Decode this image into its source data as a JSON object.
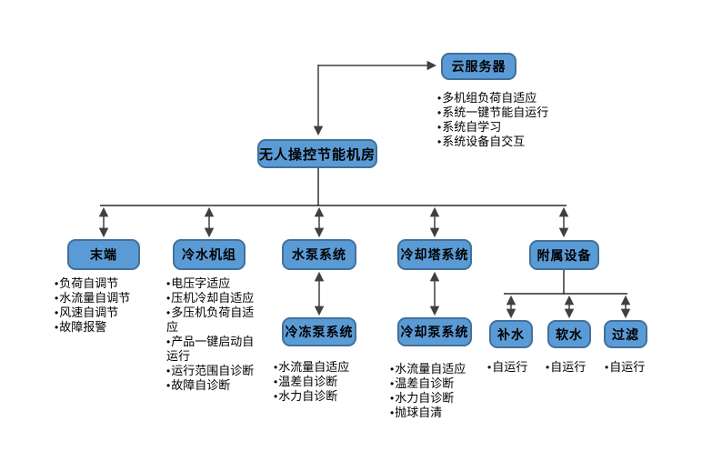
{
  "diagram": {
    "type": "hierarchy-flowchart",
    "root_label": "无人操控节能机房",
    "colors": {
      "node_fill": "#5b9bd5",
      "node_border": "#41719c",
      "connector_line": "#000000",
      "arrow_line": "#404040",
      "text": "#000000",
      "background": "#ffffff"
    }
  },
  "nodes": {
    "cloud_server": {
      "label": "云服务器"
    },
    "main": {
      "label": "无人操控节能机房"
    },
    "terminal": {
      "label": "末端"
    },
    "chiller_unit": {
      "label": "冷水机组"
    },
    "pump_system": {
      "label": "水泵系统"
    },
    "cooling_tower_system": {
      "label": "冷却塔系统"
    },
    "auxiliary_equipment": {
      "label": "附属设备"
    },
    "chilled_pump_system": {
      "label": "冷冻泵系统"
    },
    "cooling_pump_system": {
      "label": "冷却泵系统"
    },
    "makeup_water": {
      "label": "补水"
    },
    "soft_water": {
      "label": "软水"
    },
    "filter": {
      "label": "过滤"
    }
  },
  "feature_lists": {
    "cloud_server": {
      "items": [
        "多机组负荷自适应",
        "系统一键节能自运行",
        "系统自学习",
        "系统设备自交互"
      ]
    },
    "terminal": {
      "items": [
        "负荷自调节",
        "水流量自调节",
        "风速自调节",
        "故障报警"
      ]
    },
    "chiller_unit": {
      "items": [
        "电压字适应",
        "压机冷却自适应",
        "多压机负荷自适应",
        "产品一键启动自运行",
        "运行范围自诊断",
        "故障自诊断"
      ]
    },
    "chilled_pump_system": {
      "items": [
        "水流量自适应",
        "温差自诊断",
        "水力自诊断"
      ]
    },
    "cooling_pump_system": {
      "items": [
        "水流量自适应",
        "温差自诊断",
        "水力自诊断",
        "抛球自清"
      ]
    },
    "makeup_water": {
      "items": [
        "自运行"
      ]
    },
    "soft_water": {
      "items": [
        "自运行"
      ]
    },
    "filter": {
      "items": [
        "自运行"
      ]
    }
  }
}
